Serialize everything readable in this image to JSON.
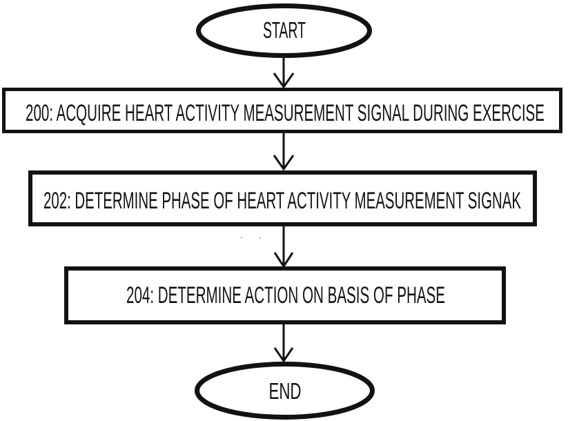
{
  "diagram": {
    "type": "flowchart",
    "background_color": "#ffffff",
    "ink_color": "#121212",
    "nodes": {
      "start": {
        "label": "START",
        "shape": "ellipse"
      },
      "step200": {
        "label": "200: ACQUIRE HEART ACTIVITY MEASUREMENT SIGNAL DURING EXERCISE",
        "shape": "rectangle"
      },
      "step202": {
        "label": "202: DETERMINE PHASE OF HEART ACTIVITY MEASUREMENT SIGNAK",
        "shape": "rectangle"
      },
      "step204": {
        "label": "204: DETERMINE ACTION ON BASIS OF PHASE",
        "shape": "rectangle"
      },
      "end": {
        "label": "END",
        "shape": "ellipse"
      }
    },
    "edges": [
      {
        "from": "start",
        "to": "step200",
        "style": "arrow-down"
      },
      {
        "from": "step200",
        "to": "step202",
        "style": "arrow-down"
      },
      {
        "from": "step202",
        "to": "step204",
        "style": "arrow-down"
      },
      {
        "from": "step204",
        "to": "end",
        "style": "arrow-down"
      }
    ]
  }
}
